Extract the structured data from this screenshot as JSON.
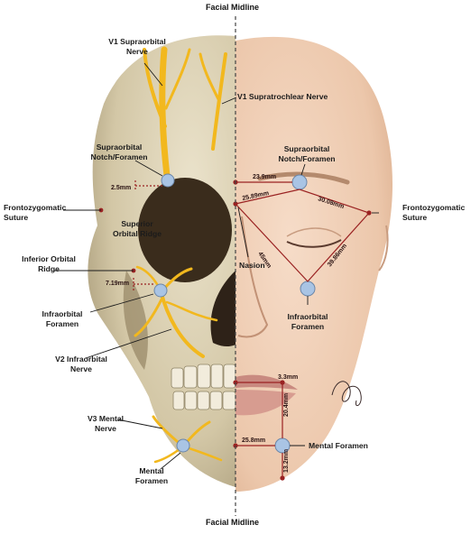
{
  "titles": {
    "top": "Facial Midline",
    "bottom": "Facial Midline"
  },
  "labels": {
    "v1_supraorbital_nerve": "V1 Supraorbital\nNerve",
    "v1_supratrochlear_nerve": "V1 Supratrochlear Nerve",
    "supraorbital_notch_left": "Supraorbital\nNotch/Foramen",
    "supraorbital_notch_right": "Supraorbital\nNotch/Foramen",
    "frontozygomatic_left": "Frontozygomatic\nSuture",
    "frontozygomatic_right": "Frontozygomatic\nSuture",
    "superior_orbital_ridge": "Superior\nOrbital Ridge",
    "inferior_orbital_ridge": "Inferior Orbital\nRidge",
    "nasion": "Nasion",
    "infraorbital_foramen_left": "Infraorbital\nForamen",
    "infraorbital_foramen_right": "Infraorbital\nForamen",
    "v2_infraorbital_nerve": "V2 Infraorbital\nNerve",
    "v3_mental_nerve": "V3 Mental\nNerve",
    "mental_foramen_left": "Mental\nForamen",
    "mental_foramen_right": "Mental Foramen"
  },
  "measurements": {
    "supraorbital_height": "2.5mm",
    "infraorbital_height": "7.19mm",
    "supraorbital_to_midline": "23.9mm",
    "nasion_to_supraorbital": "25.89mm",
    "supraorbital_to_frontozygomatic": "30.08mm",
    "nasion_to_infraorbital": "45mm",
    "frontozygomatic_to_infraorbital": "39.86mm",
    "lip_offset": "3.3mm",
    "lip_to_mental": "20.4mm",
    "mental_to_midline": "25.8mm",
    "mental_to_chin": "13.2mm"
  },
  "colors": {
    "nerve": "#f2b81e",
    "measure_line": "#9a2222",
    "foramen": "#a9c4e4",
    "bone": "#d9cfb3",
    "skin": "#f0d1b9",
    "midline": "#444444"
  }
}
